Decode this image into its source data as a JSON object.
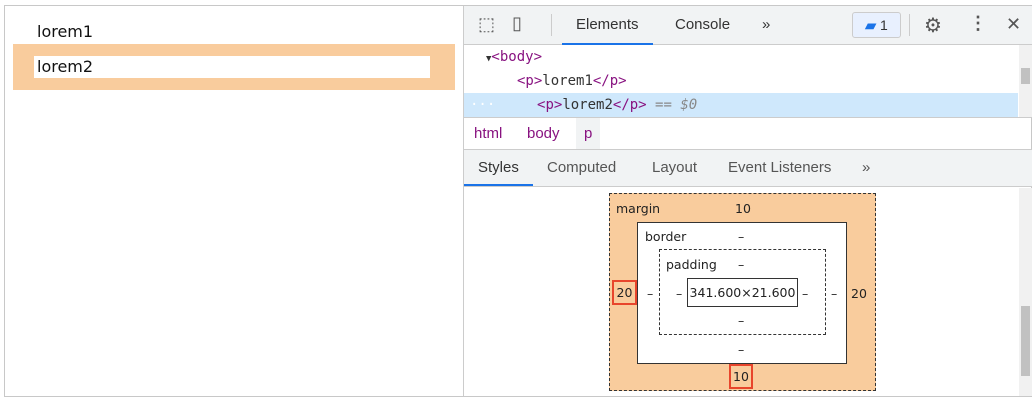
{
  "page": {
    "p1": "lorem1",
    "p2": "lorem2"
  },
  "toolbar": {
    "inspect_icon": "inspect-element-icon",
    "device_icon": "device-toggle-icon",
    "tabs": [
      "Elements",
      "Console"
    ],
    "more": "»",
    "issues_count": "1",
    "settings_icon": "gear-icon",
    "menu_icon": "kebab-icon",
    "close": "✕"
  },
  "elements": {
    "body_open": "<body>",
    "p1_open": "<p>",
    "p1_text": "lorem1",
    "p1_close": "</p>",
    "p2_open": "<p>",
    "p2_text": "lorem2",
    "p2_close": "</p>",
    "selected_marker": "== $0",
    "dots": "···"
  },
  "breadcrumb": [
    "html",
    "body",
    "p"
  ],
  "subtabs": [
    "Styles",
    "Computed",
    "Layout",
    "Event Listeners"
  ],
  "subtabs_more": "»",
  "box_model": {
    "margin_label": "margin",
    "margin_top": "10",
    "margin_right": "20",
    "margin_bottom": "10",
    "margin_left": "20",
    "border_label": "border",
    "border_top": "–",
    "border_right": "–",
    "border_bottom": "–",
    "border_left": "–",
    "padding_label": "padding",
    "padding_top": "–",
    "padding_right": "–",
    "padding_bottom": "–",
    "padding_left": "–",
    "content_size": "341.600×21.600"
  },
  "colors": {
    "margin": "#f9cc9d",
    "selected_row": "#cfe8fc",
    "accent": "#1a73e8",
    "highlight": "#e8452c"
  }
}
